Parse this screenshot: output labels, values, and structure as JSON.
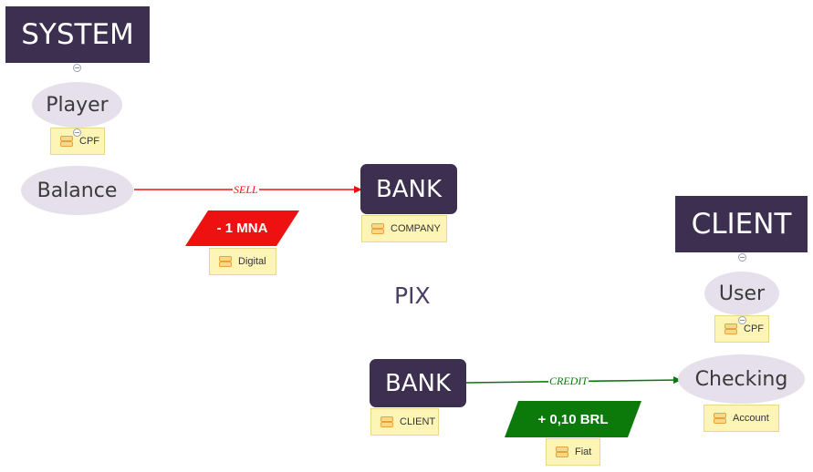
{
  "nodes": {
    "system": "SYSTEM",
    "player": "Player",
    "player_tag": "CPF",
    "balance": "Balance",
    "bank_top": "BANK",
    "bank_top_tag": "COMPANY",
    "client": "CLIENT",
    "user": "User",
    "user_tag": "CPF",
    "checking": "Checking",
    "checking_tag": "Account",
    "bank_bottom": "BANK",
    "bank_bottom_tag": "CLIENT"
  },
  "edges": {
    "sell": "SELL",
    "credit": "CREDIT"
  },
  "amounts": {
    "debit": "- 1 MNA",
    "debit_tag": "Digital",
    "credit": "+ 0,10 BRL",
    "credit_tag": "Fiat"
  },
  "center_label": "PIX",
  "colors": {
    "box": "#3c2f4f",
    "ellipse": "#e5e0ec",
    "tag": "#fdf5b6",
    "sell": "#ee1111",
    "credit": "#0b7a0b"
  },
  "icons": {
    "tag": "database-icon",
    "collapse": "collapse-icon"
  }
}
